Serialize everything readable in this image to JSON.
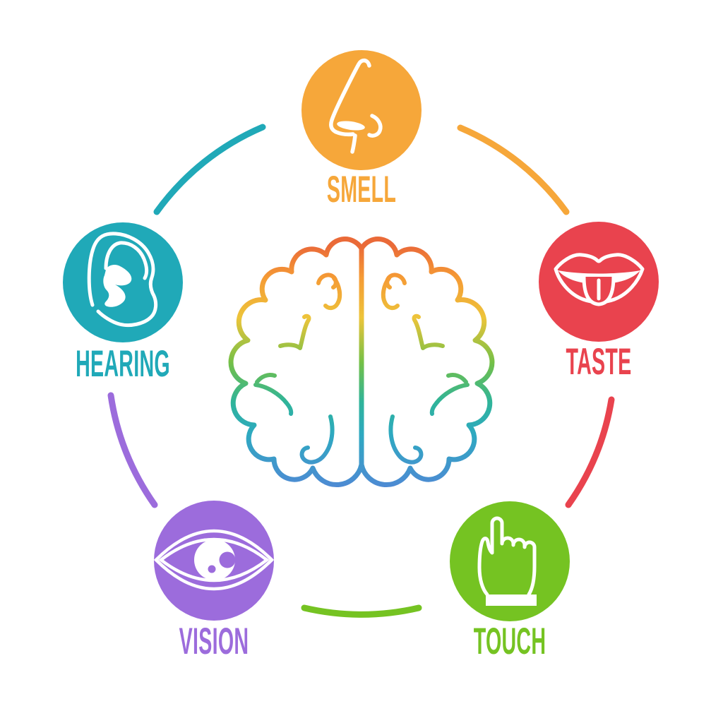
{
  "diagram": {
    "name": "five-senses-brain-infographic",
    "background": "#FFFFFF",
    "center_icon": "brain-icon",
    "brain_gradient": [
      "#EA6A38",
      "#F59B35",
      "#EDC43A",
      "#74C047",
      "#2FB49A",
      "#2EA9C1",
      "#5286D6"
    ]
  },
  "senses": [
    {
      "id": "smell",
      "label": "SMELL",
      "color": "#F6A73A",
      "icon": "nose-icon"
    },
    {
      "id": "taste",
      "label": "TASTE",
      "color": "#E9434E",
      "icon": "mouth-icon"
    },
    {
      "id": "touch",
      "label": "TOUCH",
      "color": "#75C322",
      "icon": "hand-icon"
    },
    {
      "id": "vision",
      "label": "VISION",
      "color": "#9C6CDC",
      "icon": "eye-icon"
    },
    {
      "id": "hearing",
      "label": "HEARING",
      "color": "#20A9B8",
      "icon": "ear-icon"
    }
  ],
  "connections": [
    {
      "from": "hearing",
      "to": "smell"
    },
    {
      "from": "smell",
      "to": "taste"
    },
    {
      "from": "taste",
      "to": "touch"
    },
    {
      "from": "touch",
      "to": "vision"
    },
    {
      "from": "vision",
      "to": "hearing"
    }
  ]
}
